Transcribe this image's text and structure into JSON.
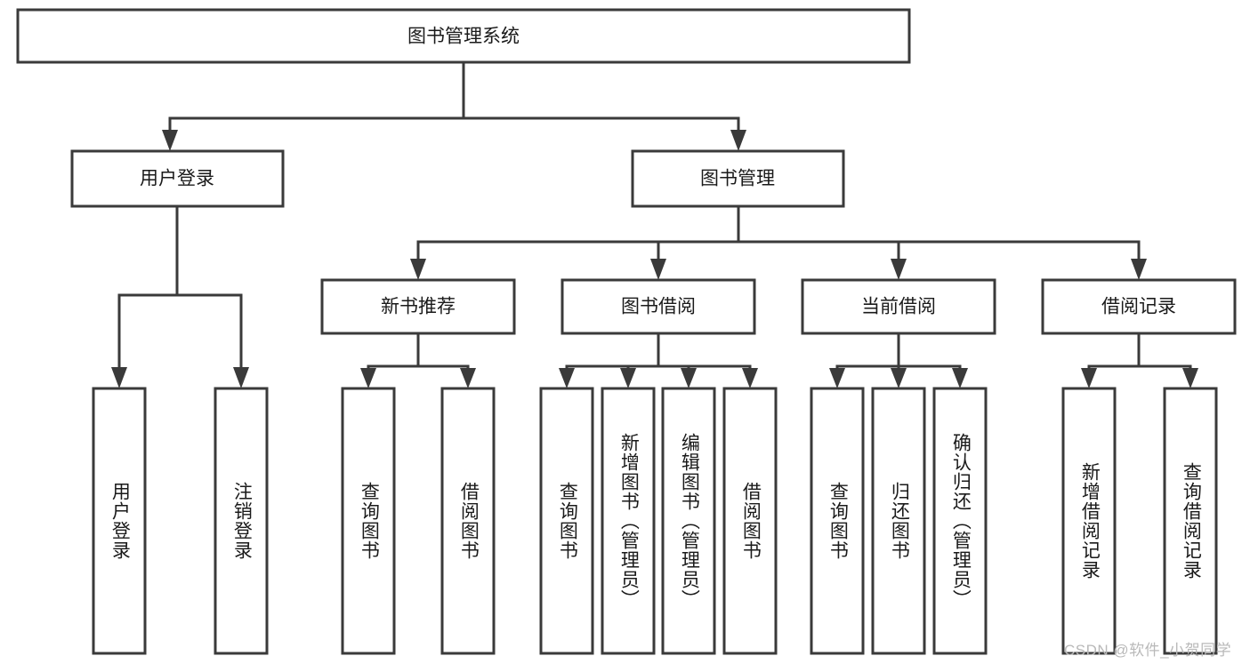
{
  "diagram": {
    "type": "tree-hierarchy",
    "title": "图书管理系统",
    "orientation": "top-down",
    "colors": {
      "box_fill": "#ffffff",
      "box_stroke": "#3a3a3a",
      "connector": "#3a3a3a",
      "text": "#1a1a1a",
      "watermark": "#b9b9b9",
      "background": "#ffffff"
    },
    "levels": [
      {
        "level": 0,
        "nodes": [
          {
            "id": "root",
            "label": "图书管理系统",
            "orientation": "horizontal"
          }
        ]
      },
      {
        "level": 1,
        "nodes": [
          {
            "id": "user-login",
            "label": "用户登录",
            "orientation": "horizontal",
            "parent": "root"
          },
          {
            "id": "book-manage",
            "label": "图书管理",
            "orientation": "horizontal",
            "parent": "root"
          }
        ]
      },
      {
        "level": 2,
        "nodes": [
          {
            "id": "new-book-rec",
            "label": "新书推荐",
            "orientation": "horizontal",
            "parent": "book-manage"
          },
          {
            "id": "book-borrow",
            "label": "图书借阅",
            "orientation": "horizontal",
            "parent": "book-manage"
          },
          {
            "id": "current-borrow",
            "label": "当前借阅",
            "orientation": "horizontal",
            "parent": "book-manage"
          },
          {
            "id": "borrow-record",
            "label": "借阅记录",
            "orientation": "horizontal",
            "parent": "book-manage"
          }
        ]
      },
      {
        "level": 3,
        "nodes": [
          {
            "id": "leaf-user-login",
            "label": "用户登录",
            "orientation": "vertical",
            "parent": "user-login"
          },
          {
            "id": "leaf-user-logout",
            "label": "注销登录",
            "orientation": "vertical",
            "parent": "user-login"
          },
          {
            "id": "leaf-rec-query",
            "label": "查询图书",
            "orientation": "vertical",
            "parent": "new-book-rec"
          },
          {
            "id": "leaf-rec-borrow",
            "label": "借阅图书",
            "orientation": "vertical",
            "parent": "new-book-rec"
          },
          {
            "id": "leaf-borrow-query",
            "label": "查询图书",
            "orientation": "vertical",
            "parent": "book-borrow"
          },
          {
            "id": "leaf-borrow-add",
            "label": "新增图书（管理员）",
            "orientation": "vertical",
            "parent": "book-borrow"
          },
          {
            "id": "leaf-borrow-edit",
            "label": "编辑图书（管理员）",
            "orientation": "vertical",
            "parent": "book-borrow"
          },
          {
            "id": "leaf-borrow-borrow",
            "label": "借阅图书",
            "orientation": "vertical",
            "parent": "book-borrow"
          },
          {
            "id": "leaf-cur-query",
            "label": "查询图书",
            "orientation": "vertical",
            "parent": "current-borrow"
          },
          {
            "id": "leaf-cur-return",
            "label": "归还图书",
            "orientation": "vertical",
            "parent": "current-borrow"
          },
          {
            "id": "leaf-cur-confirm",
            "label": "确认归还（管理员）",
            "orientation": "vertical",
            "parent": "current-borrow"
          },
          {
            "id": "leaf-rec-add",
            "label": "新增借阅记录",
            "orientation": "vertical",
            "parent": "borrow-record"
          },
          {
            "id": "leaf-rec-query2",
            "label": "查询借阅记录",
            "orientation": "vertical",
            "parent": "borrow-record"
          }
        ]
      }
    ]
  },
  "watermark": {
    "text": "CSDN @软件_小贺同学"
  }
}
